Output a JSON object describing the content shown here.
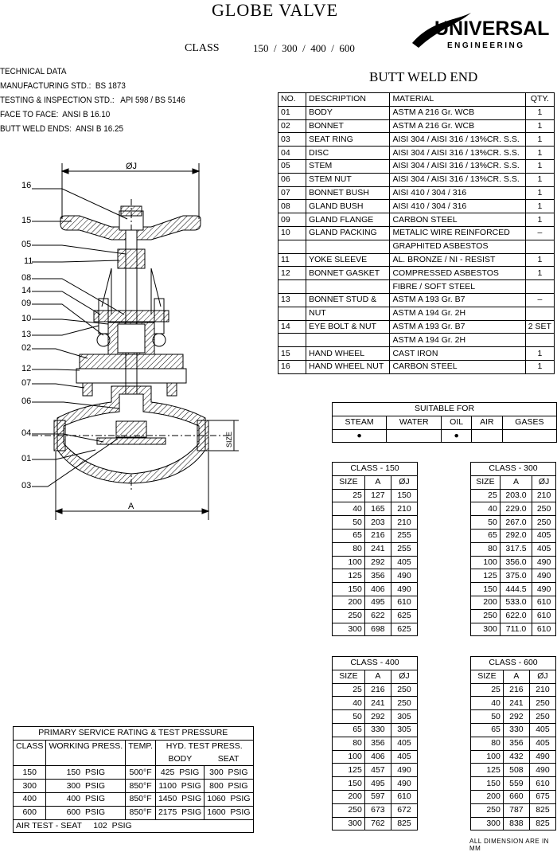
{
  "header": {
    "title": "GLOBE VALVE",
    "class_label": "CLASS",
    "classes": "150  /  300  /  400  /  600",
    "subtitle": "BUTT WELD END"
  },
  "logo": {
    "name": "UNIVERSAL",
    "sub": "ENGINEERING"
  },
  "technical": {
    "heading": "TECHNICAL DATA",
    "lines": [
      "MANUFACTURING STD.:  BS 1873",
      "TESTING & INSPECTION STD.:   API 598 / BS 5146",
      "FACE TO FACE:  ANSI B 16.10",
      "BUTT WELD ENDS:  ANSI B 16.25"
    ]
  },
  "drawing": {
    "dim_top": "ØJ",
    "dim_bottom": "A",
    "dim_size": "SIZE",
    "callouts": [
      "16",
      "15",
      "05",
      "11",
      "08",
      "14",
      "09",
      "10",
      "13",
      "02",
      "12",
      "07",
      "06",
      "04",
      "01",
      "03"
    ]
  },
  "parts": {
    "headers": [
      "NO.",
      "DESCRIPTION",
      "MATERIAL",
      "QTY."
    ],
    "rows": [
      [
        "01",
        "BODY",
        "ASTM A 216  Gr. WCB",
        "1"
      ],
      [
        "02",
        "BONNET",
        "ASTM A 216  Gr. WCB",
        "1"
      ],
      [
        "03",
        "SEAT RING",
        "AISI 304 / AISI 316 / 13%CR. S.S.",
        "1"
      ],
      [
        "04",
        "DISC",
        "AISI 304 / AISI 316 / 13%CR. S.S.",
        "1"
      ],
      [
        "05",
        "STEM",
        "AISI 304 / AISI 316 / 13%CR. S.S.",
        "1"
      ],
      [
        "06",
        "STEM NUT",
        "AISI 304 / AISI 316 / 13%CR. S.S.",
        "1"
      ],
      [
        "07",
        "BONNET BUSH",
        "AISI 410 / 304 / 316",
        "1"
      ],
      [
        "08",
        "GLAND BUSH",
        "AISI 410 / 304 / 316",
        "1"
      ],
      [
        "09",
        "GLAND FLANGE",
        "CARBON STEEL",
        "1"
      ],
      [
        "10",
        "GLAND PACKING",
        "METALIC WIRE REINFORCED",
        "–"
      ],
      [
        "",
        "",
        "GRAPHITED ASBESTOS",
        ""
      ],
      [
        "11",
        "YOKE SLEEVE",
        "AL. BRONZE / NI - RESIST",
        "1"
      ],
      [
        "12",
        "BONNET GASKET",
        "COMPRESSED ASBESTOS",
        "1"
      ],
      [
        "",
        "",
        "FIBRE / SOFT STEEL",
        ""
      ],
      [
        "13",
        "BONNET STUD &",
        "ASTM A 193  Gr. B7",
        "–"
      ],
      [
        "",
        "NUT",
        "ASTM A 194  Gr. 2H",
        ""
      ],
      [
        "14",
        "EYE BOLT & NUT",
        "ASTM A 193  Gr. B7",
        "2 SET"
      ],
      [
        "",
        "",
        "ASTM A 194  Gr. 2H",
        ""
      ],
      [
        "15",
        "HAND WHEEL",
        "CAST  IRON",
        "1"
      ],
      [
        "16",
        "HAND WHEEL NUT",
        "CARBON STEEL",
        "1"
      ]
    ]
  },
  "suitable": {
    "title": "SUITABLE FOR",
    "headers": [
      "STEAM",
      "WATER",
      "OIL",
      "AIR",
      "GASES"
    ],
    "marks": [
      true,
      false,
      true,
      false,
      false
    ]
  },
  "dim_tables": [
    {
      "title": "CLASS - 150",
      "headers": [
        "SIZE",
        "A",
        "ØJ"
      ],
      "rows": [
        [
          "25",
          "127",
          "150"
        ],
        [
          "40",
          "165",
          "210"
        ],
        [
          "50",
          "203",
          "210"
        ],
        [
          "65",
          "216",
          "255"
        ],
        [
          "80",
          "241",
          "255"
        ],
        [
          "100",
          "292",
          "405"
        ],
        [
          "125",
          "356",
          "490"
        ],
        [
          "150",
          "406",
          "490"
        ],
        [
          "200",
          "495",
          "610"
        ],
        [
          "250",
          "622",
          "625"
        ],
        [
          "300",
          "698",
          "625"
        ]
      ]
    },
    {
      "title": "CLASS - 300",
      "headers": [
        "SIZE",
        "A",
        "ØJ"
      ],
      "rows": [
        [
          "25",
          "203.0",
          "210"
        ],
        [
          "40",
          "229.0",
          "250"
        ],
        [
          "50",
          "267.0",
          "250"
        ],
        [
          "65",
          "292.0",
          "405"
        ],
        [
          "80",
          "317.5",
          "405"
        ],
        [
          "100",
          "356.0",
          "490"
        ],
        [
          "125",
          "375.0",
          "490"
        ],
        [
          "150",
          "444.5",
          "490"
        ],
        [
          "200",
          "533.0",
          "610"
        ],
        [
          "250",
          "622.0",
          "610"
        ],
        [
          "300",
          "711.0",
          "610"
        ]
      ]
    },
    {
      "title": "CLASS - 400",
      "headers": [
        "SIZE",
        "A",
        "ØJ"
      ],
      "rows": [
        [
          "25",
          "216",
          "250"
        ],
        [
          "40",
          "241",
          "250"
        ],
        [
          "50",
          "292",
          "305"
        ],
        [
          "65",
          "330",
          "305"
        ],
        [
          "80",
          "356",
          "405"
        ],
        [
          "100",
          "406",
          "405"
        ],
        [
          "125",
          "457",
          "490"
        ],
        [
          "150",
          "495",
          "490"
        ],
        [
          "200",
          "597",
          "610"
        ],
        [
          "250",
          "673",
          "672"
        ],
        [
          "300",
          "762",
          "825"
        ]
      ]
    },
    {
      "title": "CLASS - 600",
      "headers": [
        "SIZE",
        "A",
        "ØJ"
      ],
      "rows": [
        [
          "25",
          "216",
          "210"
        ],
        [
          "40",
          "241",
          "250"
        ],
        [
          "50",
          "292",
          "250"
        ],
        [
          "65",
          "330",
          "405"
        ],
        [
          "80",
          "356",
          "405"
        ],
        [
          "100",
          "432",
          "490"
        ],
        [
          "125",
          "508",
          "490"
        ],
        [
          "150",
          "559",
          "610"
        ],
        [
          "200",
          "660",
          "675"
        ],
        [
          "250",
          "787",
          "825"
        ],
        [
          "300",
          "838",
          "825"
        ]
      ]
    }
  ],
  "rating": {
    "title": "PRIMARY SERVICE RATING & TEST PRESSURE",
    "h_class": "CLASS",
    "h_work": "WORKING PRESS.",
    "h_temp": "TEMP.",
    "h_hyd": "HYD. TEST PRESS.",
    "h_body": "BODY",
    "h_seat": "SEAT",
    "rows": [
      [
        "150",
        "150  PSIG",
        "500°F",
        "425  PSIG",
        "300  PSIG"
      ],
      [
        "300",
        "300  PSIG",
        "850°F",
        "1100  PSIG",
        "800  PSIG"
      ],
      [
        "400",
        "400  PSIG",
        "850°F",
        "1450  PSIG",
        "1060  PSIG"
      ],
      [
        "600",
        "600  PSIG",
        "850°F",
        "2175  PSIG",
        "1600  PSIG"
      ]
    ],
    "air": "AIR TEST - SEAT     102  PSIG"
  },
  "footnote": "ALL DIMENSION ARE IN MM"
}
